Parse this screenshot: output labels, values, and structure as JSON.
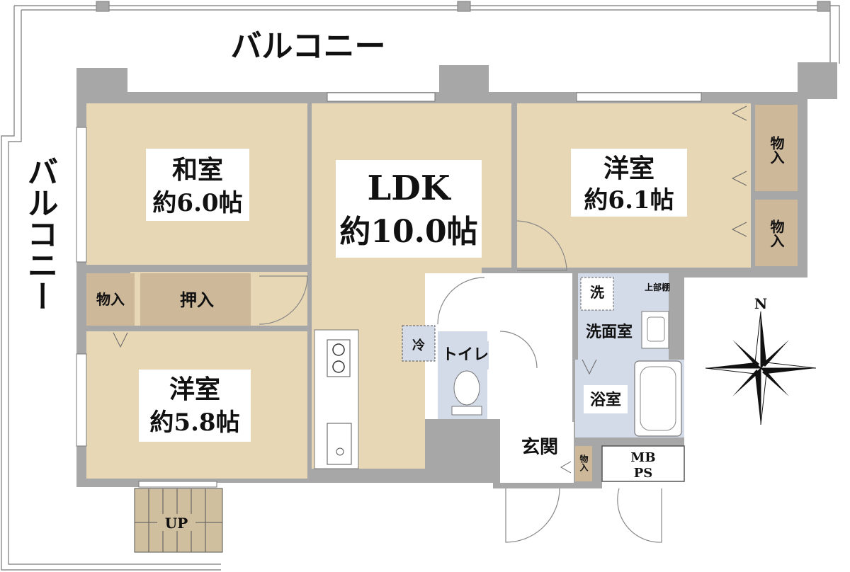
{
  "balcony": {
    "top_label": "バルコニー",
    "left_label": "バルコニー"
  },
  "rooms": {
    "washitsu": {
      "name": "和室",
      "size": "約6.0帖"
    },
    "ldk": {
      "name": "LDK",
      "size": "約10.0帖"
    },
    "youshitsu_east": {
      "name": "洋室",
      "size": "約6.1帖"
    },
    "youshitsu_west": {
      "name": "洋室",
      "size": "約5.8帖"
    },
    "toilet": {
      "name": "トイレ"
    },
    "senmenshitsu": {
      "name": "洗面室"
    },
    "yokushitsu": {
      "name": "浴室"
    },
    "genkan": {
      "name": "玄関"
    }
  },
  "storage": {
    "mono_upper": "物入",
    "mono_lower": "物入",
    "mono_left": "物入",
    "oshiire": "押入",
    "mono_entrance": "物入"
  },
  "fixtures": {
    "fridge": "冷",
    "washer": "洗",
    "upper_shelf": "上部棚",
    "mb": "MB",
    "ps": "PS",
    "stairs": "UP"
  },
  "compass": {
    "north": "N"
  },
  "colors": {
    "room_fill": "#e8d7b4",
    "storage_fill": "#cdb89a",
    "wall": "#a7a7a7",
    "wet_fill": "#d4dbe8",
    "stair_fill": "#cfbf9f"
  }
}
